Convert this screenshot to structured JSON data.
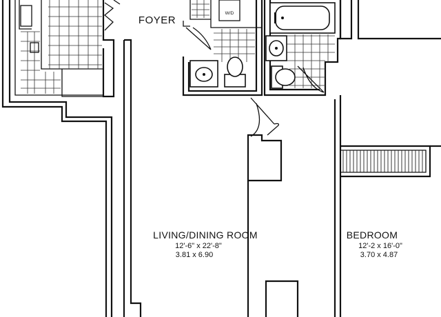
{
  "labels": {
    "foyer": "FOYER",
    "washer_dryer": "W/D"
  },
  "rooms": {
    "living": {
      "name": "LIVING/DINING ROOM",
      "dims_imperial": "12'-6\" x 22'-8\"",
      "dims_metric": "3.81 x 6.90"
    },
    "bedroom": {
      "name": "BEDROOM",
      "dims_imperial": "12'-2 x 16'-0\"",
      "dims_metric": "3.70 x 4.87"
    }
  },
  "colors": {
    "line": "#111111",
    "background": "#ffffff"
  }
}
